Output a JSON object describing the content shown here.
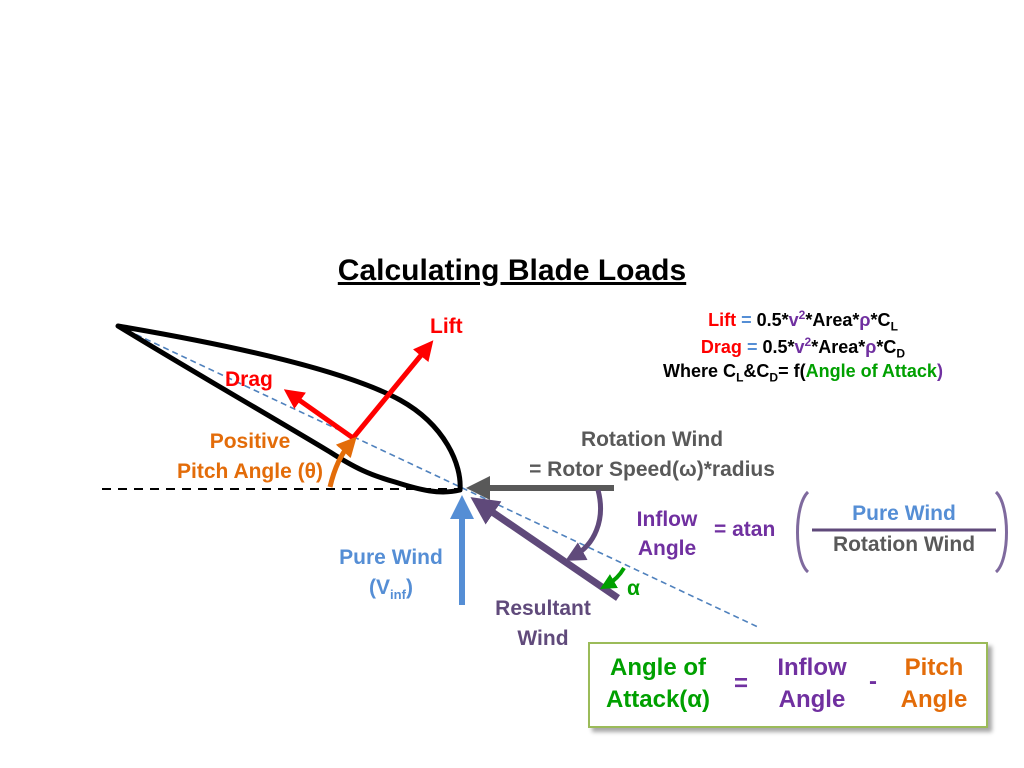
{
  "title": "Calculating Blade Loads",
  "labels": {
    "lift": "Lift",
    "drag": "Drag",
    "positive_pitch": "Positive",
    "pitch_angle": "Pitch Angle (θ)",
    "rotation_wind_line1": "Rotation Wind",
    "rotation_wind_line2": "= Rotor Speed(ω)*radius",
    "inflow": "Inflow",
    "angle": "Angle",
    "eq_atan": "= atan",
    "frac_numerator": "Pure Wind",
    "frac_denominator": "Rotation Wind",
    "pure_wind": "Pure Wind",
    "v_open": "(V",
    "v_sub": "inf",
    "v_close": ")",
    "resultant": "Resultant",
    "wind": "Wind",
    "alpha": "α"
  },
  "equations": {
    "lift_name": "Lift",
    "drag_name": "Drag",
    "eq_sign": "=",
    "coef": "0.5*",
    "v": "v",
    "sq": "2",
    "area": "*Area*",
    "rho": "ρ",
    "c_prefix": "*C",
    "cl_sub": "L",
    "cd_sub": "D",
    "where": "Where C",
    "amp": "&C",
    "f_open": "= f(",
    "aoa_text": "Angle of Attack",
    "f_close": ")"
  },
  "aoa_box": {
    "left_line1": "Angle of",
    "left_line2": "Attack(α)",
    "equals": "=",
    "mid_line1": "Inflow",
    "mid_line2": "Angle",
    "minus": "-",
    "right_line1": "Pitch",
    "right_line2": "Angle"
  },
  "colors": {
    "lift": "#ff0000",
    "pitch": "#e36c09",
    "rotation": "#595959",
    "pure_wind": "#558ed5",
    "inflow": "#7030a0",
    "resultant": "#5f497a",
    "alpha": "#00a000",
    "box_border": "#9bbb59"
  }
}
